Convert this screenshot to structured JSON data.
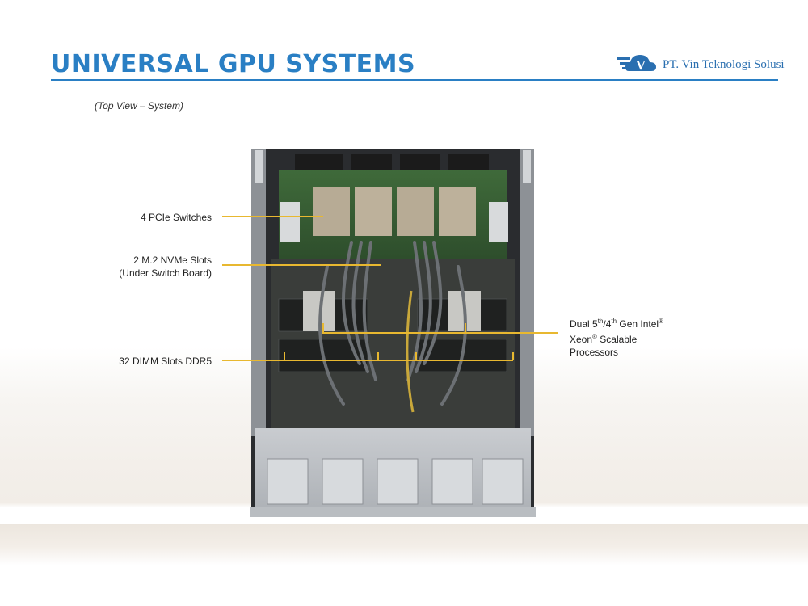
{
  "header": {
    "title": "UNIVERSAL GPU SYSTEMS",
    "brand_name": "PT. Vin Teknologi Solusi",
    "brand_logo_letter": "V"
  },
  "subtitle": "(Top View – System)",
  "callouts": {
    "pcie": "4 PCIe Switches",
    "nvme_line1": "2 M.2 NVMe Slots",
    "nvme_line2": "(Under Switch Board)",
    "dimm": "32 DIMM Slots DDR5",
    "cpu_line1_a": "Dual 5",
    "cpu_line1_sup1": "th",
    "cpu_line1_b": "/4",
    "cpu_line1_sup2": "th",
    "cpu_line1_c": " Gen Intel",
    "cpu_line1_sup3": "®",
    "cpu_line2_a": "Xeon",
    "cpu_line2_sup": "®",
    "cpu_line2_b": " Scalable",
    "cpu_line3": "Processors"
  },
  "colors": {
    "title_blue": "#2a7fc4",
    "callout_line": "#e8b830",
    "brand_blue": "#2a6fb0"
  },
  "icons": {
    "brand": "cloud-v-logo-icon"
  }
}
